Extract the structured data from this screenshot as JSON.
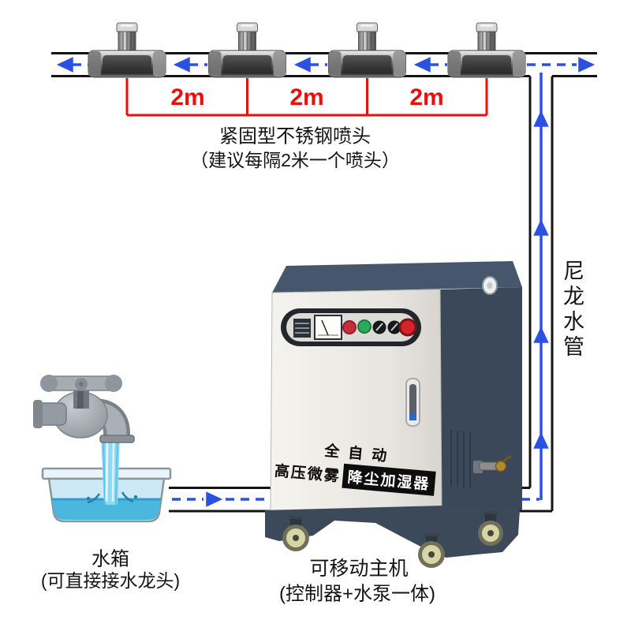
{
  "top": {
    "nozzle_count": 4,
    "dim_labels": [
      "2m",
      "2m",
      "2m"
    ],
    "caption1": "紧固型不锈钢喷头",
    "caption2": "（建议每隔2米一个喷头）"
  },
  "pipe": {
    "vertical_label": "尼龙水管"
  },
  "machine": {
    "front_line1": "全自动",
    "front_line2a": "高压微雾",
    "front_line2b": "降尘加湿器",
    "caption1": "可移动主机",
    "caption2": "(控制器+水泵一体)"
  },
  "tank": {
    "caption1": "水箱",
    "caption2": "(可直接接水龙头)"
  },
  "colors": {
    "flow_blue": "#2b51e3",
    "dimension_red": "#e8100c",
    "machine_dark": "#3b4859",
    "machine_panel": "#e9e7e1",
    "water": "#4cb7de"
  }
}
